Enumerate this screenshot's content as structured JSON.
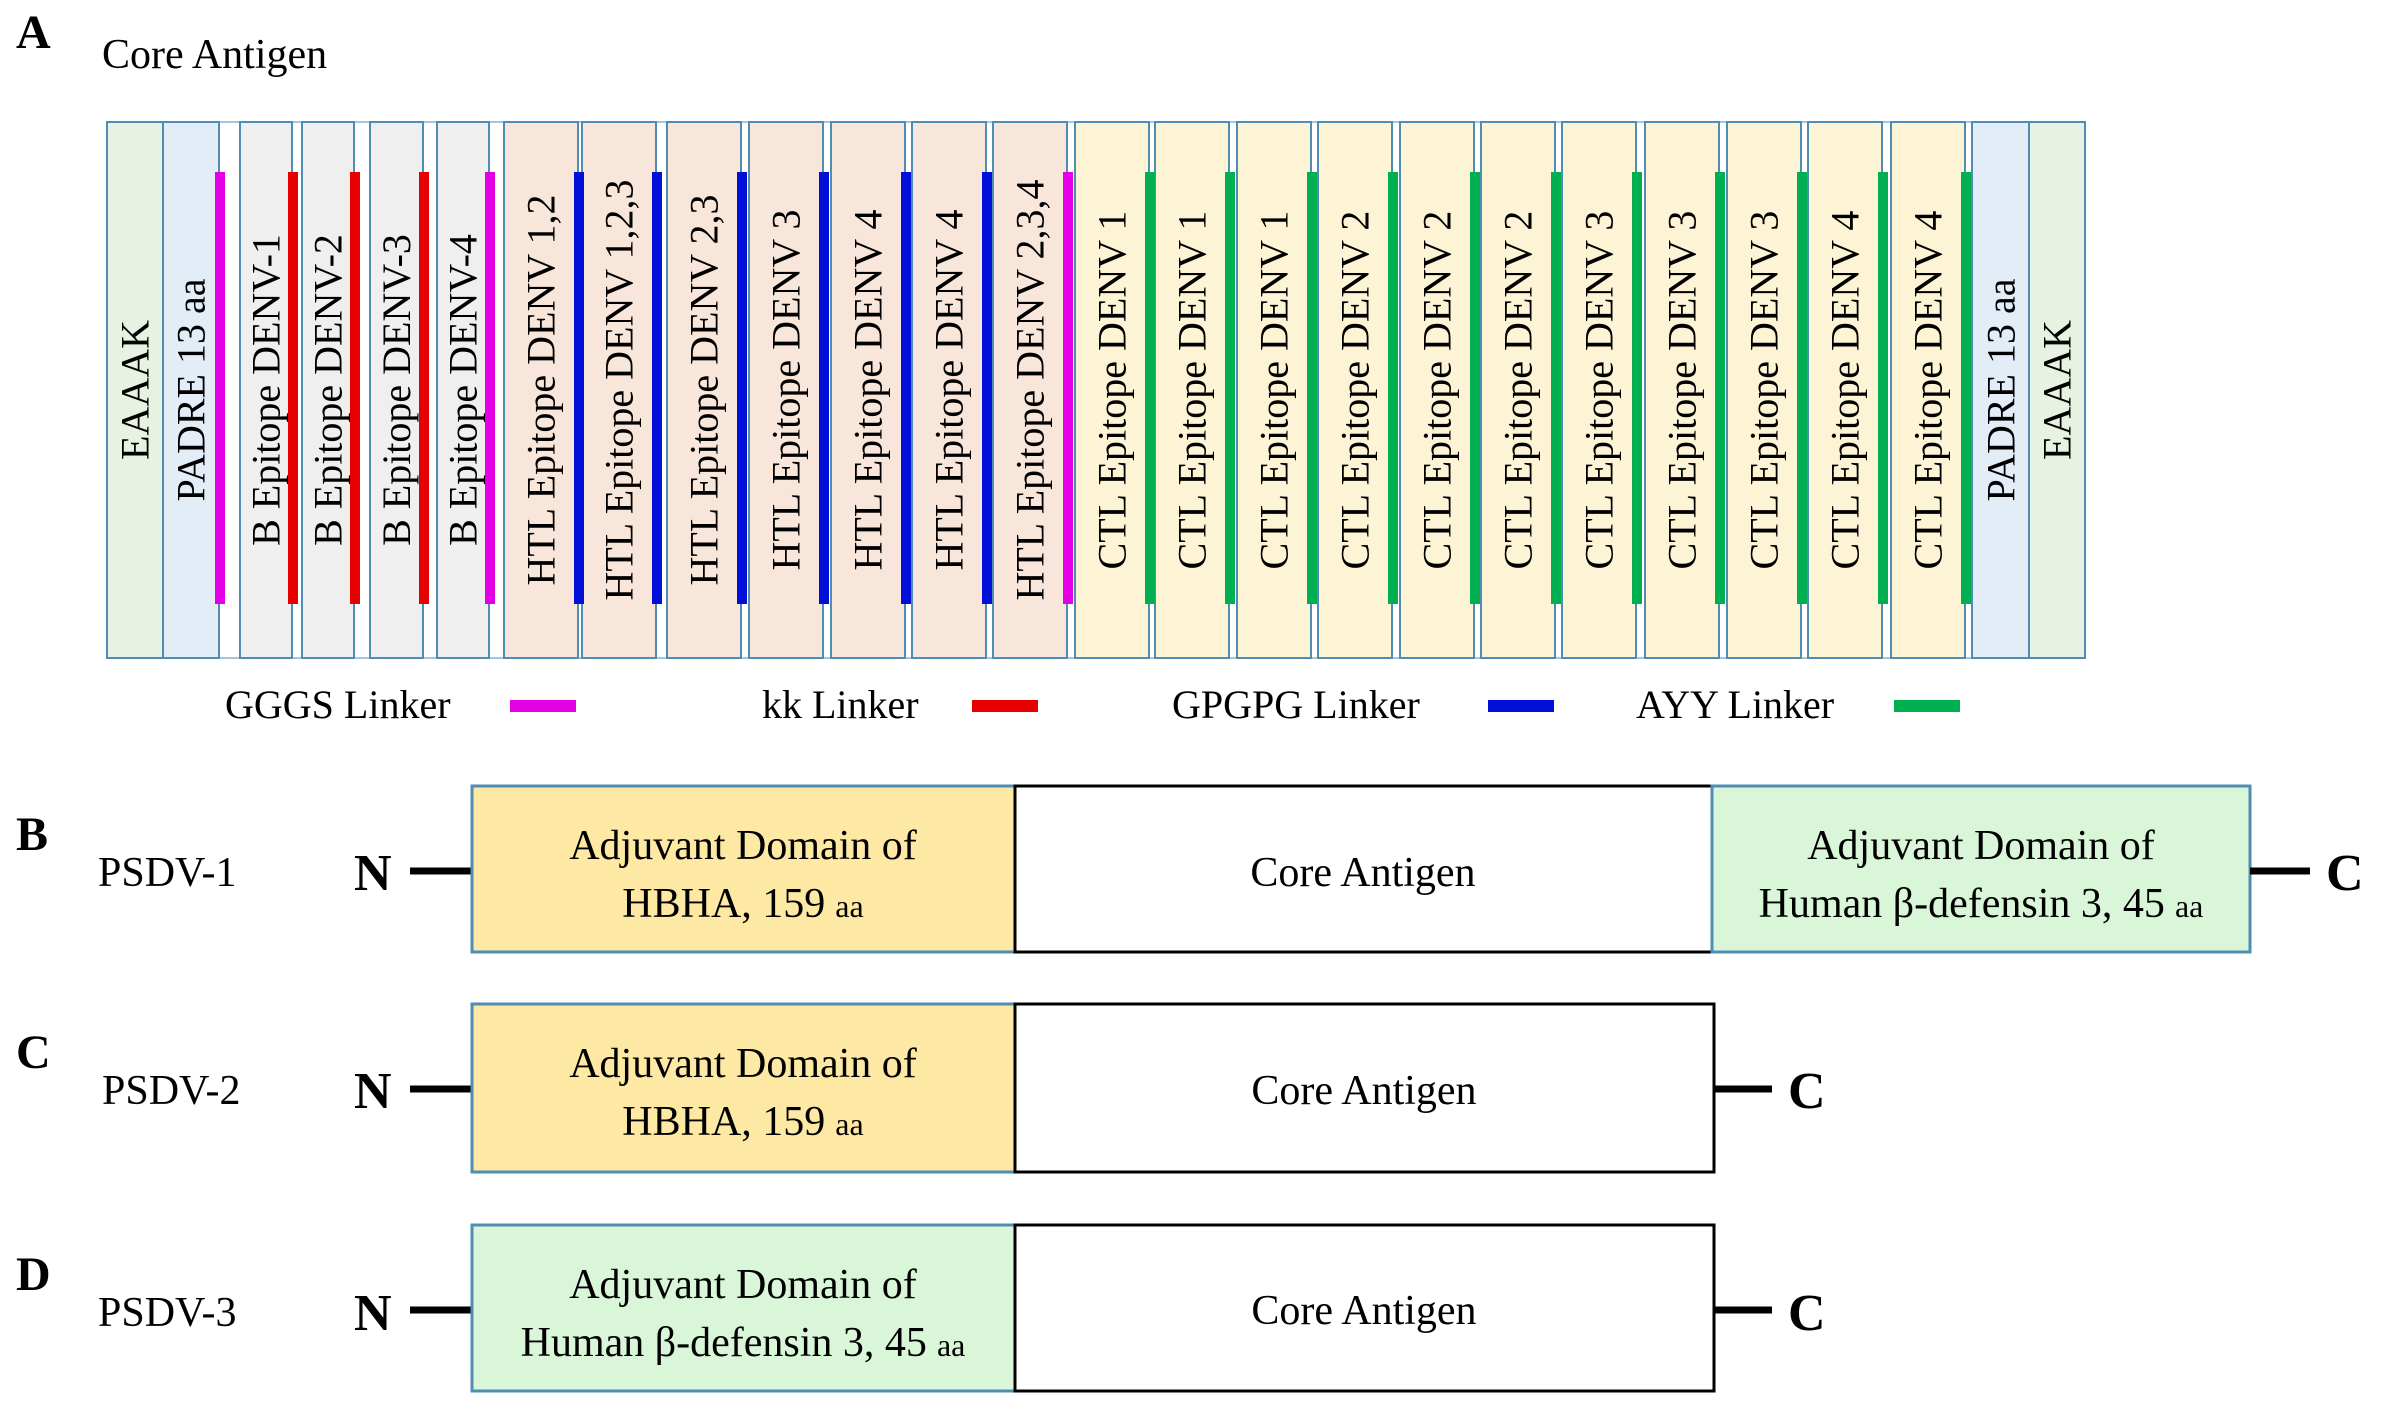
{
  "colors": {
    "eaaak_fill": "#e8f2e3",
    "padre_fill": "#e3edf7",
    "b_fill": "#efefef",
    "htl_fill": "#f8e6da",
    "ctl_fill": "#fdf4d6",
    "segment_stroke": "#4f8db5",
    "gggs": "#e400e4",
    "kk": "#e60000",
    "gpgpg": "#0010d8",
    "ayy": "#00b050",
    "hbha_fill": "#fde9a4",
    "defensin_fill": "#d9f6d9",
    "core_fill": "#ffffff"
  },
  "panel_a": {
    "letter": "A",
    "title": "Core Antigen",
    "segments": [
      {
        "label": "EAAAK",
        "kind": "eaaak"
      },
      {
        "label": "PADRE 13 aa",
        "kind": "padre"
      },
      {
        "label": "B Epitope DENV-1",
        "kind": "b"
      },
      {
        "label": "B Epitope DENV-2",
        "kind": "b"
      },
      {
        "label": "B Epitope DENV-3",
        "kind": "b"
      },
      {
        "label": "B Epitope DENV-4",
        "kind": "b"
      },
      {
        "label": "HTL Epitope DENV 1,2",
        "kind": "htl"
      },
      {
        "label": "HTL Epitope DENV 1,2,3",
        "kind": "htl"
      },
      {
        "label": "HTL Epitope DENV 2,3",
        "kind": "htl"
      },
      {
        "label": "HTL Epitope DENV 3",
        "kind": "htl"
      },
      {
        "label": "HTL Epitope DENV 4",
        "kind": "htl"
      },
      {
        "label": "HTL Epitope DENV 4",
        "kind": "htl"
      },
      {
        "label": "HTL Epitope DENV 2,3,4",
        "kind": "htl"
      },
      {
        "label": "CTL Epitope DENV 1",
        "kind": "ctl"
      },
      {
        "label": "CTL Epitope DENV 1",
        "kind": "ctl"
      },
      {
        "label": "CTL Epitope DENV 1",
        "kind": "ctl"
      },
      {
        "label": "CTL Epitope DENV 2",
        "kind": "ctl"
      },
      {
        "label": "CTL Epitope DENV 2",
        "kind": "ctl"
      },
      {
        "label": "CTL Epitope DENV 2",
        "kind": "ctl"
      },
      {
        "label": "CTL Epitope DENV 3",
        "kind": "ctl"
      },
      {
        "label": "CTL Epitope DENV 3",
        "kind": "ctl"
      },
      {
        "label": "CTL Epitope DENV 3",
        "kind": "ctl"
      },
      {
        "label": "CTL Epitope DENV 4",
        "kind": "ctl"
      },
      {
        "label": "CTL Epitope DENV 4",
        "kind": "ctl"
      },
      {
        "label": "PADRE 13 aa",
        "kind": "padre"
      },
      {
        "label": "EAAAK",
        "kind": "eaaak"
      }
    ],
    "linkers_between": [
      "none",
      "gggs",
      "kk",
      "kk",
      "kk",
      "gggs",
      "gpgpg",
      "gpgpg",
      "gpgpg",
      "gpgpg",
      "gpgpg",
      "gpgpg",
      "gggs",
      "ayy",
      "ayy",
      "ayy",
      "ayy",
      "ayy",
      "ayy",
      "ayy",
      "ayy",
      "ayy",
      "ayy",
      "ayy",
      "none"
    ],
    "legend": [
      {
        "label": "GGGS Linker",
        "color_key": "gggs"
      },
      {
        "label": "kk Linker",
        "color_key": "kk"
      },
      {
        "label": "GPGPG Linker",
        "color_key": "gpgpg"
      },
      {
        "label": "AYY Linker",
        "color_key": "ayy"
      }
    ]
  },
  "panel_b": {
    "letter": "B",
    "name": "PSDV-1",
    "n_label": "N",
    "c_label": "C",
    "box1_line1": "Adjuvant Domain of",
    "box1_line2": "HBHA, 159",
    "box1_aa": "aa",
    "core_label": "Core Antigen",
    "box3_line1": "Adjuvant Domain of",
    "box3_line2": "Human β-defensin 3, 45",
    "box3_aa": "aa"
  },
  "panel_c": {
    "letter": "C",
    "name": "PSDV-2",
    "n_label": "N",
    "c_label": "C",
    "box1_line1": "Adjuvant Domain of",
    "box1_line2": "HBHA, 159",
    "box1_aa": "aa",
    "core_label": "Core Antigen"
  },
  "panel_d": {
    "letter": "D",
    "name": "PSDV-3",
    "n_label": "N",
    "c_label": "C",
    "box1_line1": "Adjuvant Domain of",
    "box1_line2": "Human β-defensin 3, 45",
    "box1_aa": "aa",
    "core_label": "Core Antigen"
  }
}
